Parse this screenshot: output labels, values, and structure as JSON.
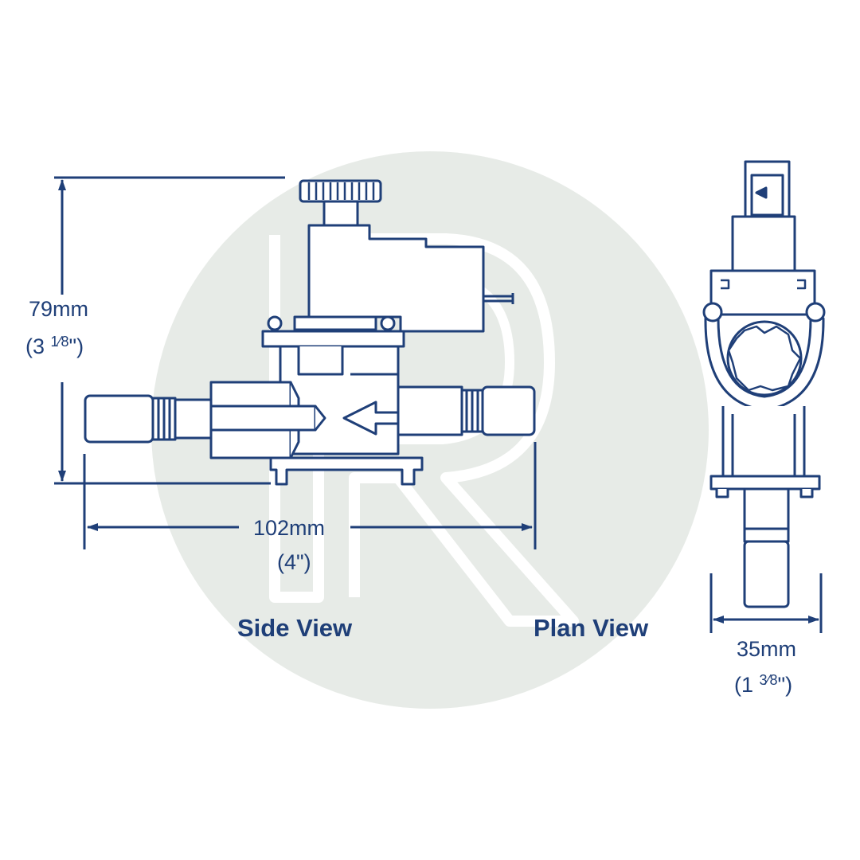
{
  "colors": {
    "line": "#1f3f78",
    "watermark_circle": "#e7ebe7",
    "background": "#ffffff"
  },
  "watermark": {
    "letter": "R"
  },
  "dimensions": {
    "height": {
      "metric": "79mm",
      "imperial_prefix": "(3 ",
      "imperial_fraction": "1⁄8",
      "imperial_suffix": "\")"
    },
    "length": {
      "metric": "102mm",
      "imperial": "(4\")"
    },
    "width": {
      "metric": "35mm",
      "imperial_prefix": "(1 ",
      "imperial_fraction": "3⁄8",
      "imperial_suffix": "\")"
    }
  },
  "views": {
    "side": "Side View",
    "plan": "Plan View"
  }
}
